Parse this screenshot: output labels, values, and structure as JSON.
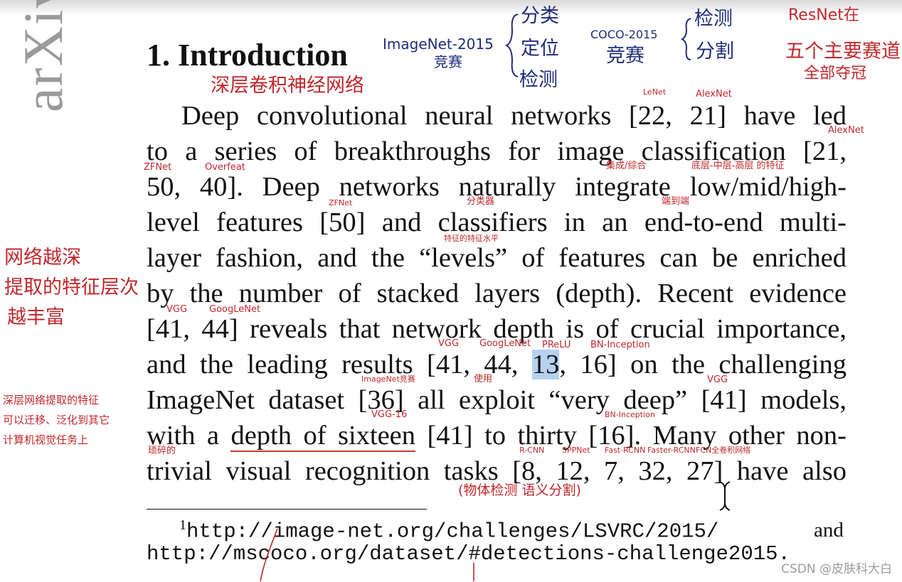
{
  "side_watermark": "arXiv",
  "heading": "1. Introduction",
  "paragraph": {
    "line1_text": "Deep convolutional neural networks [22, 21] have led",
    "line2_text": "to a series of breakthroughs for image classification [21,",
    "line3_text": "50, 40].  Deep networks naturally integrate low/mid/high-",
    "line4_text": "level features [50] and classifiers in an end-to-end multi-",
    "line5_text": "layer fashion, and the “levels” of features can be enriched",
    "line6_text": "by the number of stacked layers (depth).  Recent evidence",
    "line7_text": "[41, 44] reveals that network depth is of crucial importance,",
    "line8_before": "and the leading results [41, 44, ",
    "line8_highlight": "13",
    "line8_after": ", 16] on the challenging",
    "line9_text": "ImageNet dataset [36] all exploit “very deep” [41] models,",
    "line10_before": "with a ",
    "line10_underlined": "depth of sixteen",
    "line10_after": " [41] to thirty [16]. Many other non-",
    "line11_text": "trivial visual recognition tasks [8, 12, 7, 32, 27] have also"
  },
  "footnote": {
    "marker": "1",
    "url1": "http://image-net.org/challenges/LSVRC/2015/",
    "conjunction": "and",
    "url2": "http://mscoco.org/dataset/#detections-challenge2015."
  },
  "annotations": {
    "imagenet_label": "ImageNet-2015",
    "imagenet_contest": "竞赛",
    "imagenet_tasks": [
      "分类",
      "定位",
      "检测"
    ],
    "coco_label": "COCO-2015",
    "coco_contest": "竞赛",
    "coco_tasks": [
      "检测",
      "分割"
    ],
    "resnet_line1": "ResNet在",
    "resnet_line2": "五个主要赛道",
    "resnet_line3": "全部夺冠",
    "deep_cnn": "深层卷积神经网络",
    "lenet": "LeNet",
    "alexnet_a": "AlexNet",
    "alexnet_b": "AlexNet",
    "zfnet_a": "ZFNet",
    "overfeat": "Overfeat",
    "integrate": "集成/综合",
    "levels_cn": "底层-中层-高层 的特征",
    "zfnet_b": "ZFNet",
    "classifier": "分类器",
    "end_to_end": "端到端",
    "feature_level": "特征的特征水平",
    "left_note1_l1": "网络越深",
    "left_note1_l2": "提取的特征层次",
    "left_note1_l3": "越丰富",
    "vgg_a": "VGG",
    "googlenet_a": "GoogLeNet",
    "vgg_b": "VGG",
    "googlenet_b": "GoogLeNet",
    "prelu": "PReLU",
    "bn_a": "BN-Inception",
    "left_note2_l1": "深层网络提取的特征",
    "left_note2_l2": "可以迁移、泛化到其它",
    "left_note2_l3": "计算机视觉任务上",
    "imagenet_contest_small": "ImageNet竞赛",
    "use": "使用",
    "vgg_c": "VGG",
    "vgg16": "VGG-16",
    "bn_b": "BN-Inception",
    "trivial": "琐碎的",
    "rcnn": "R-CNN",
    "sppnet": "SPPNet",
    "fast_rcnn": "Fast-RCNN",
    "faster_rcnn": "Faster-RCNN",
    "fcn": "FCN全卷积网络",
    "detection_seg": "物体检测  语义分割"
  },
  "csdn_watermark": "CSDN @皮肤科大白"
}
